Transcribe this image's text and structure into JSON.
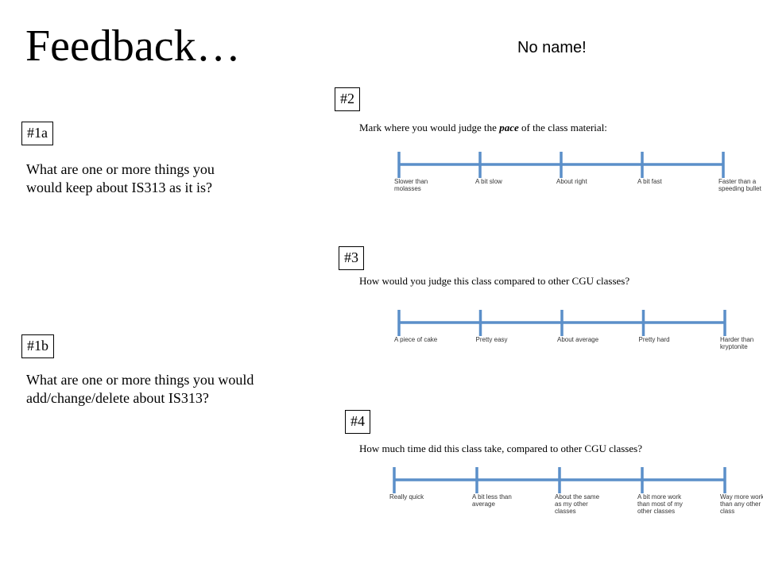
{
  "title": "Feedback…",
  "note": "No name!",
  "q1a": {
    "tag": "#1a",
    "text_line1": "What are one or more things you",
    "text_line2": "would keep about IS313 as it is?"
  },
  "q1b": {
    "tag": "#1b",
    "text_line1": "What are one or more things you would",
    "text_line2": "add/change/delete about IS313?"
  },
  "q2": {
    "tag": "#2",
    "prompt_before": "Mark where you would judge the ",
    "prompt_em": "pace",
    "prompt_after": "  of the class material:",
    "labels": [
      "Slower than molasses",
      "A bit slow",
      "About right",
      "A bit fast",
      "Faster than a speeding bullet"
    ]
  },
  "q3": {
    "tag": "#3",
    "prompt": "How would you judge this class compared to other CGU classes?",
    "labels": [
      "A piece of cake",
      "Pretty easy",
      "About average",
      "Pretty hard",
      "Harder than kryptonite"
    ]
  },
  "q4": {
    "tag": "#4",
    "prompt": "How much time did this class take, compared to other CGU classes?",
    "labels": [
      "Really quick",
      "A bit less than average",
      "About the same as my other classes",
      "A bit more work than most of my other classes",
      "Way more work than any other class"
    ]
  },
  "colors": {
    "scale_line": "#5b8fc9",
    "text": "#000000"
  }
}
